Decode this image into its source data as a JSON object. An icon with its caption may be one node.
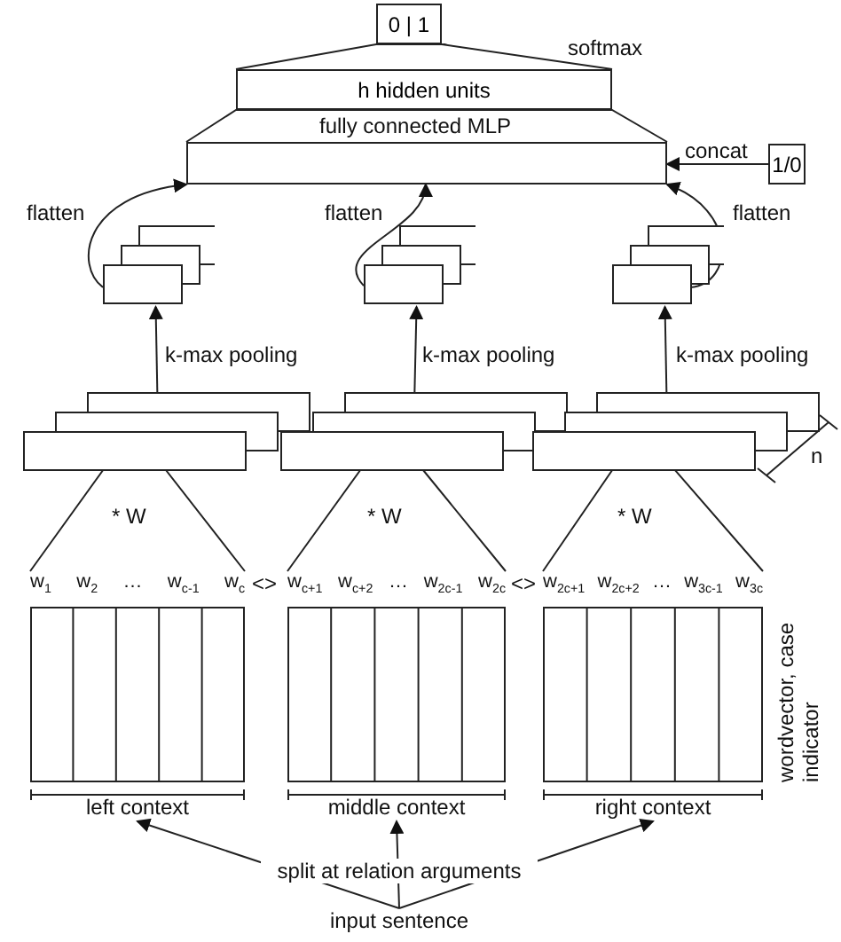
{
  "diagram": {
    "nodes": [
      {
        "text": [
          "0 | 1"
        ]
      },
      {
        "text": [
          "h hidden units"
        ]
      },
      {
        "text": [],
        "shape": "box"
      },
      {
        "text": [
          "1/0"
        ]
      },
      {
        "text": [],
        "shape": "box"
      },
      {
        "text": [],
        "shape": "box"
      },
      {
        "text": [],
        "shape": "box"
      },
      {
        "text": [],
        "shape": "box"
      },
      {
        "text": [],
        "shape": "box"
      },
      {
        "text": [],
        "shape": "box"
      },
      {
        "text": [
          "w$_{1}$ w$_{2}$ … w$_{c-1}$ w$_{c}$",
          "left context"
        ]
      },
      {
        "text": [
          "w$_{c+1}$ w$_{c+2}$ … w$_{2c-1}$ w$_{2c}$",
          "middle context"
        ]
      },
      {
        "text": [
          "w$_{2c+1}$ w$_{2c+2}$ … w$_{3c-1}$ w$_{3c}$",
          "right context"
        ]
      },
      {
        "text": [
          "input sentence"
        ]
      }
    ],
    "edges": [
      {
        "from": 1,
        "to": 0,
        "arrow": "none",
        "label": "softmax"
      },
      {
        "from": 2,
        "to": 1,
        "arrow": "none",
        "label": "fully connected MLP"
      },
      {
        "from": 3,
        "to": 2,
        "arrow": "to",
        "label": "concat"
      },
      {
        "from": 4,
        "to": 2,
        "arrow": "to",
        "label": "flatten"
      },
      {
        "from": 5,
        "to": 2,
        "arrow": "to",
        "label": "flatten"
      },
      {
        "from": 6,
        "to": 2,
        "arrow": "to",
        "label": "flatten"
      },
      {
        "from": 7,
        "to": 4,
        "arrow": "to",
        "label": "k-max pooling"
      },
      {
        "from": 8,
        "to": 5,
        "arrow": "to",
        "label": "k-max pooling"
      },
      {
        "from": 9,
        "to": 6,
        "arrow": "to",
        "label": "k-max pooling"
      },
      {
        "from": 10,
        "to": 7,
        "arrow": "none",
        "label": "* W"
      },
      {
        "from": 11,
        "to": 8,
        "arrow": "none",
        "label": "* W"
      },
      {
        "from": 12,
        "to": 9,
        "arrow": "none",
        "label": "* W"
      },
      {
        "from": 13,
        "to": 10,
        "arrow": "to"
      },
      {
        "from": 13,
        "to": 11,
        "arrow": "to"
      },
      {
        "from": 13,
        "to": 12,
        "arrow": "to"
      }
    ],
    "labels": [
      "n",
      "<>",
      "<>",
      "wordvector, case indicator",
      "split at relation arguments"
    ]
  }
}
